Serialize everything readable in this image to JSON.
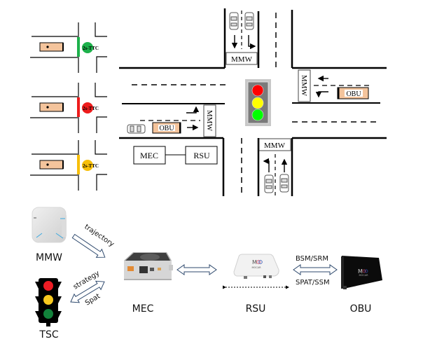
{
  "top_left_examples": [
    {
      "signal": "green",
      "color": "#1db14b",
      "ttc_label": "2s-TTC"
    },
    {
      "signal": "red",
      "color": "#ee1c1c",
      "ttc_label": "2s-TTC"
    },
    {
      "signal": "yellow",
      "color": "#f7bf0a",
      "ttc_label": "2s-TTC"
    }
  ],
  "intersection": {
    "mmw_label": "MMW",
    "obu_label": "OBU",
    "mec_label": "MEC",
    "rsu_label": "RSU",
    "signal_colors": {
      "red": "#ff0000",
      "yellow": "#ffff00",
      "green": "#00ff00",
      "housing": "#808080"
    },
    "obu_fill": "#f4c49c"
  },
  "architecture": {
    "devices": {
      "mmw": "MMW",
      "tsc": "TSC",
      "mec": "MEC",
      "rsu": "RSU",
      "obu": "OBU"
    },
    "links": {
      "mmw_to_mec": "trajectory",
      "mec_to_tsc_top": "strategy",
      "tsc_to_mec_bottom": "Spat",
      "rsu_obu_top": "BSM/SRM",
      "rsu_obu_bottom": "SPAT/SSM"
    },
    "brand_text": "MOCAR",
    "arrow_color": "#2f4a6e"
  }
}
